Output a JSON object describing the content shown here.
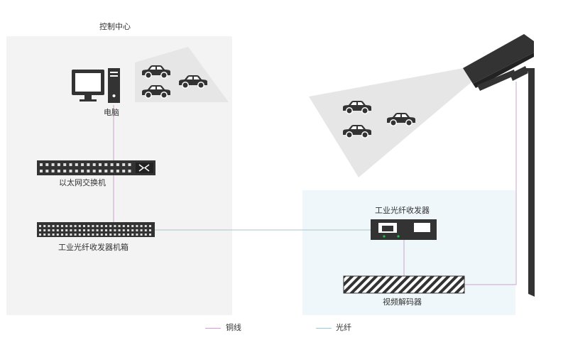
{
  "colors": {
    "copper": "#c9a6c9",
    "fiber": "#a9c3cc",
    "control_bg": "#f3f3f3",
    "remote_bg": "#eff7fa",
    "device": "#333333",
    "coverage": "#e7e7e7"
  },
  "control_center": {
    "title": "控制中心"
  },
  "nodes": {
    "computer": {
      "label": "电脑",
      "icon": "desktop-computer-icon"
    },
    "switch": {
      "label": "以太网交换机",
      "icon": "ethernet-switch-icon"
    },
    "chassis": {
      "label": "工业光纤收发器机箱",
      "icon": "fiber-chassis-icon"
    },
    "transceiver": {
      "label": "工业光纤收发器",
      "icon": "fiber-transceiver-icon"
    },
    "decoder": {
      "label": "视频解码器",
      "icon": "video-decoder-icon"
    },
    "camera": {
      "icon": "surveillance-camera-icon"
    }
  },
  "legend": {
    "copper_label": "铜线",
    "fiber_label": "光纤"
  }
}
